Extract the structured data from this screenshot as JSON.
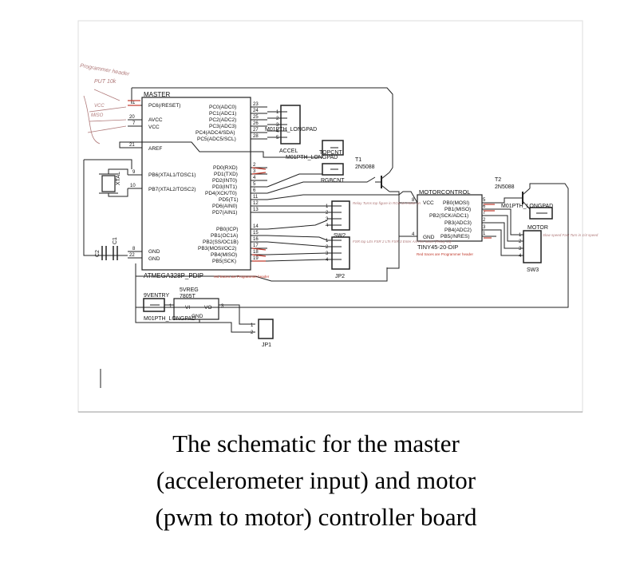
{
  "colors": {
    "ink": "#1a1a1a",
    "pen": "#c0392b",
    "handwriting": "#b07a7a"
  },
  "mcu": {
    "title": "MASTER",
    "part": "ATMEGA328P_PDIP",
    "note": "red traces are Programmer header",
    "left_pins": [
      {
        "label": "PC6(/RESET)",
        "num": "1"
      },
      {
        "label": "AVCC",
        "num": "20"
      },
      {
        "label": "VCC",
        "num": "7"
      },
      {
        "label": "AREF",
        "num": "21"
      },
      {
        "label": "PB6(XTAL1/TOSC1)",
        "num": "9"
      },
      {
        "label": "PB7(XTAL2/TOSC2)",
        "num": "10"
      },
      {
        "label": "GND",
        "num": "8"
      },
      {
        "label": "GND",
        "num": "22"
      }
    ],
    "right_pins": [
      {
        "label": "PC0(ADC0)",
        "num": "23"
      },
      {
        "label": "PC1(ADC1)",
        "num": "24"
      },
      {
        "label": "PC2(ADC2)",
        "num": "25"
      },
      {
        "label": "PC3(ADC3)",
        "num": "26"
      },
      {
        "label": "PC4(ADC4/SDA)",
        "num": "27"
      },
      {
        "label": "PC5(ADC5/SCL)",
        "num": "28"
      },
      {
        "label": "PD0(RXD)",
        "num": "2"
      },
      {
        "label": "PD1(TXD)",
        "num": "3"
      },
      {
        "label": "PD2(INT0)",
        "num": "4"
      },
      {
        "label": "PD3(INT1)",
        "num": "5"
      },
      {
        "label": "PD4(XCK/T0)",
        "num": "6"
      },
      {
        "label": "PD5(T1)",
        "num": "11"
      },
      {
        "label": "PD6(AIN0)",
        "num": "12"
      },
      {
        "label": "PD7(AIN1)",
        "num": "13"
      },
      {
        "label": "PB0(ICP)",
        "num": "14"
      },
      {
        "label": "PB1(OC1A)",
        "num": "15"
      },
      {
        "label": "PB2(SS/OC1B)",
        "num": "16"
      },
      {
        "label": "PB3(MOSI/OC2)",
        "num": "17"
      },
      {
        "label": "PB4(MISO)",
        "num": "18"
      },
      {
        "label": "PB5(SCK)",
        "num": "19"
      }
    ]
  },
  "components": {
    "xtal": "XTAL",
    "c1": "C1",
    "c2": "C2",
    "accel": {
      "label": "ACCEL",
      "part": "M01PTH_LONGPAD",
      "pins": [
        "1",
        "2",
        "3",
        "4",
        "5"
      ]
    },
    "topcnt": {
      "label": "TOPCNT",
      "part": "M01PTH_LONGPAD"
    },
    "rgbcnt": {
      "label": "RGBCNT"
    },
    "t1": {
      "label": "T1",
      "part": "2N5088"
    },
    "t2": {
      "label": "T2",
      "part": "2N5088"
    },
    "sw2": {
      "label": "SW2",
      "pins": [
        "1",
        "2",
        "3",
        "4"
      ]
    },
    "jp2": {
      "label": "JP2",
      "pins": [
        "1",
        "2",
        "3",
        "4"
      ]
    },
    "sw3": {
      "label": "SW3",
      "pins": [
        "1",
        "2",
        "3",
        "4"
      ]
    },
    "motor": {
      "label": "MOTOR",
      "part": "M01PTH_LONGPAD"
    },
    "tiny": {
      "title": "MOTORCONTROL",
      "part": "TINY45-20-DIP",
      "note": "Red traces are Programmer header",
      "left": [
        {
          "label": "VCC",
          "num": "8"
        },
        {
          "label": "GND",
          "num": "4"
        }
      ],
      "right": [
        {
          "label": "PB0(MOSI)",
          "num": "5"
        },
        {
          "label": "PB1(MISO)",
          "num": "6"
        },
        {
          "label": "PB2(SCK/ADC1)",
          "num": "7"
        },
        {
          "label": "PB3(ADC3)",
          "num": "2"
        },
        {
          "label": "PB4(ADC2)",
          "num": "3"
        },
        {
          "label": "PB5(/NRES)",
          "num": "1"
        }
      ]
    },
    "vreg": {
      "label": "5VREG",
      "part": "7805T",
      "vi": "VI",
      "vo": "VO",
      "gnd": "GND",
      "n1": "1",
      "n3": "3"
    },
    "battery": {
      "label": "9VENTRY",
      "part": "M01PTH_LONGPAD"
    },
    "jp1": {
      "label": "JP1",
      "pins": [
        "1",
        "2"
      ]
    }
  },
  "handnotes": {
    "programmer": "Programmer header",
    "put": "PUT 10k",
    "vcc_note": "VCC",
    "miso": "MISO",
    "relay": "Relay Turns top figure in RGB on motor on",
    "fsr": "FSR top LEs FSR 2 LTs FSR 3 Enter Arm for touch (Relay 13)",
    "motor_note": "Slow speed Fast Turn in 1/4 speed"
  },
  "caption": {
    "line1": "The schematic for the master",
    "line2": "(accelerometer input) and motor",
    "line3": "(pwm to motor) controller board"
  }
}
